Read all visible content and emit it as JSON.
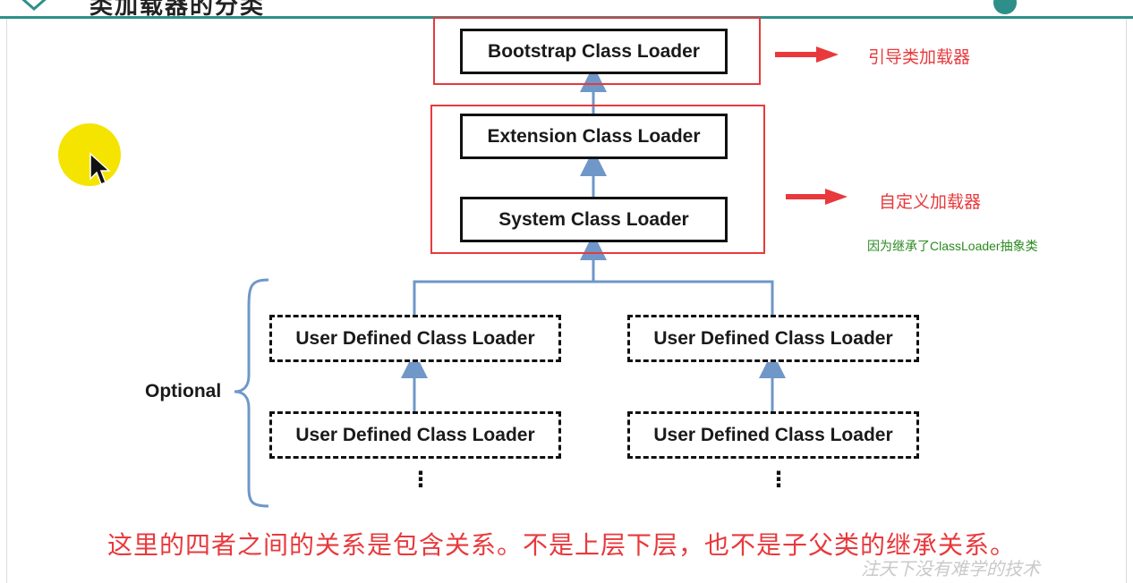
{
  "header": {
    "title": "类加载器的分类"
  },
  "diagram": {
    "bootstrap": "Bootstrap Class Loader",
    "extension": "Extension Class Loader",
    "system": "System Class Loader",
    "user_defined": "User Defined Class Loader",
    "optional": "Optional",
    "ellipsis": "⋮"
  },
  "annotations": {
    "bootstrap_note": "引导类加载器",
    "custom_note": "自定义加载器",
    "custom_reason": "因为继承了ClassLoader抽象类"
  },
  "caption": "这里的四者之间的关系是包含关系。不是上层下层，也不是子父类的继承关系。",
  "watermark": "注天下没有难学的技术",
  "colors": {
    "annotation_red": "#e8393c",
    "arrow_blue": "#6f97c8",
    "note_green": "#2a8a1f",
    "cursor_highlight": "#f4e400",
    "accent_teal": "#2e8f8a"
  }
}
